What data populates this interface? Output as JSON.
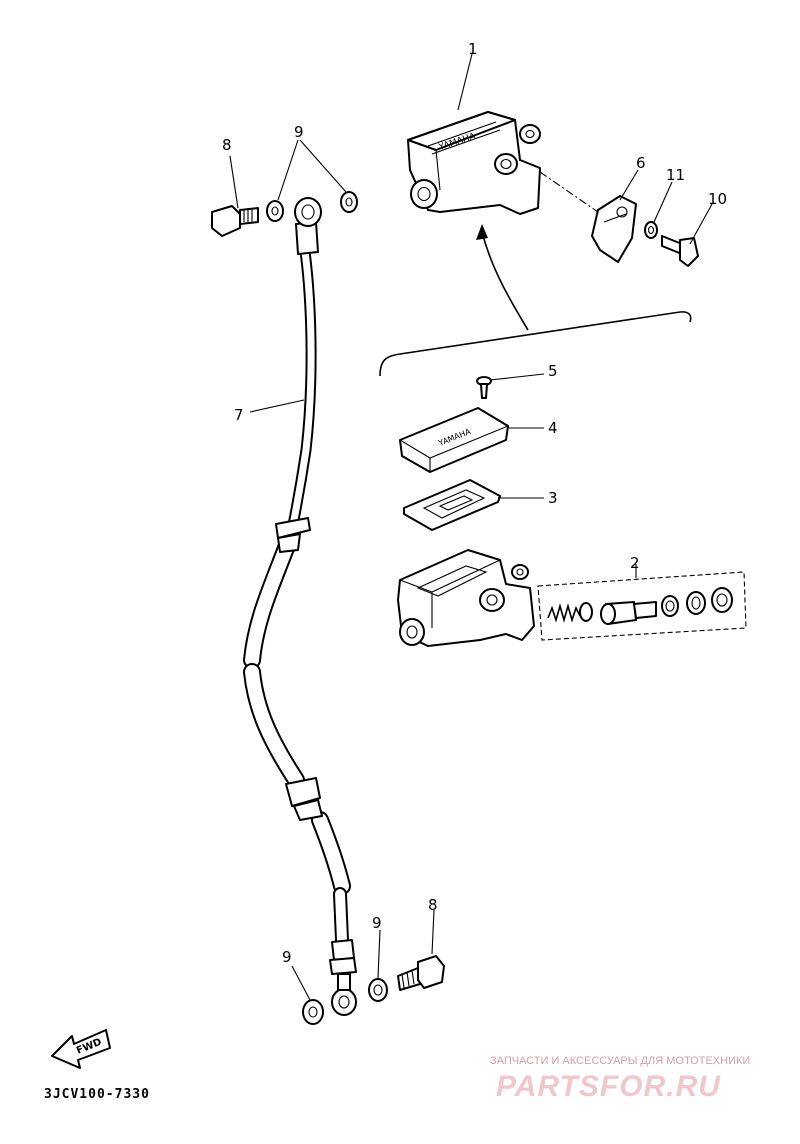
{
  "callouts": {
    "c1": "1",
    "c2": "2",
    "c3": "3",
    "c4": "4",
    "c5": "5",
    "c6": "6",
    "c7": "7",
    "c8_top": "8",
    "c8_bottom": "8",
    "c9_top": "9",
    "c9_bottom_left": "9",
    "c9_bottom_right": "9",
    "c10": "10",
    "c11": "11"
  },
  "fwd_label": "FWD",
  "diagram_code": "3JCV100-7330",
  "watermark": {
    "tagline": "ЗАПЧАСТИ И АКСЕССУАРЫ ДЛЯ МОТОТЕХНИКИ",
    "brand": "PARTSFOR.RU"
  }
}
